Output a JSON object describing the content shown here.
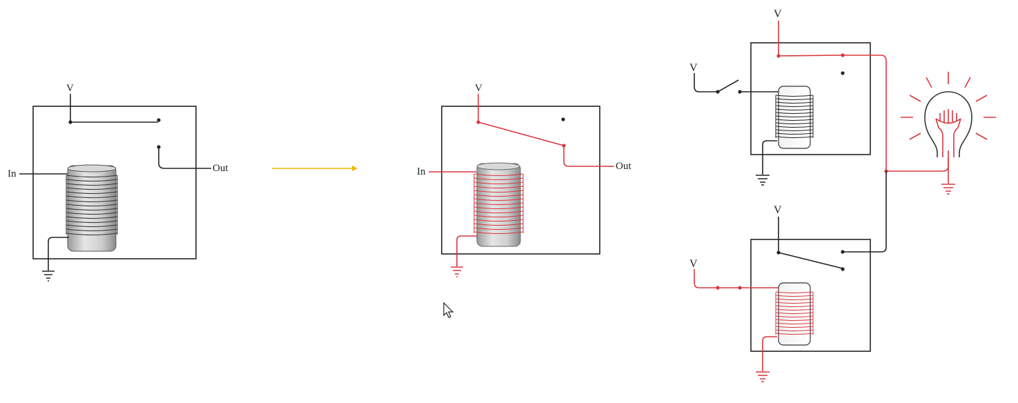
{
  "labels": {
    "v": "V",
    "in": "In",
    "out": "Out"
  },
  "colors": {
    "wire_inactive": "#222222",
    "wire_active": "#d9363e",
    "transition_arrow": "#f5b400",
    "coil_core": "#bdbdbd",
    "background": "#ffffff"
  },
  "icons": {
    "cursor": "mouse-pointer-icon",
    "bulb": "light-bulb-icon",
    "ground": "ground-icon",
    "switch": "switch-icon"
  }
}
